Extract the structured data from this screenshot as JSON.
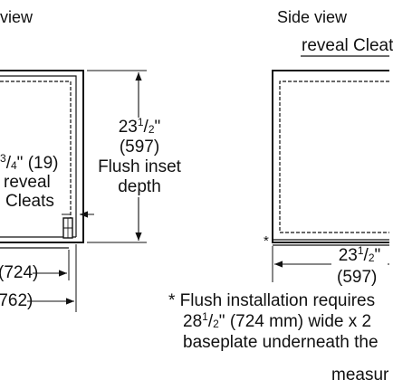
{
  "titles": {
    "front_view": "view",
    "side_view": "Side view"
  },
  "front_view": {
    "inset_dim": {
      "whole": "23",
      "num": "1",
      "den": "2",
      "in_suffix": "\""
    },
    "inset_mm": "(597)",
    "inset_label_1": "Flush inset",
    "inset_label_2": "depth",
    "cleat_dim": {
      "num": "3",
      "den": "4",
      "in_suffix": "\"",
      "mm": "(19)"
    },
    "cleat_label_1": "reveal",
    "cleat_label_2": "Cleats",
    "width_mm": "(724)",
    "overall_mm": "(762)"
  },
  "side_view": {
    "reveal_cleat_label": "reveal Cleat",
    "asterisk": "*",
    "depth_dim": {
      "whole": "23",
      "num": "1",
      "den": "2",
      "in_suffix": "\""
    },
    "depth_mm": "(597)"
  },
  "footnote": {
    "line1": "* Flush installation requires",
    "line2_whole": "28",
    "line2_num": "1",
    "line2_den": "2",
    "line2_rest": "\" (724 mm) wide x 2",
    "line3": "baseplate underneath the",
    "line4": "measur"
  }
}
